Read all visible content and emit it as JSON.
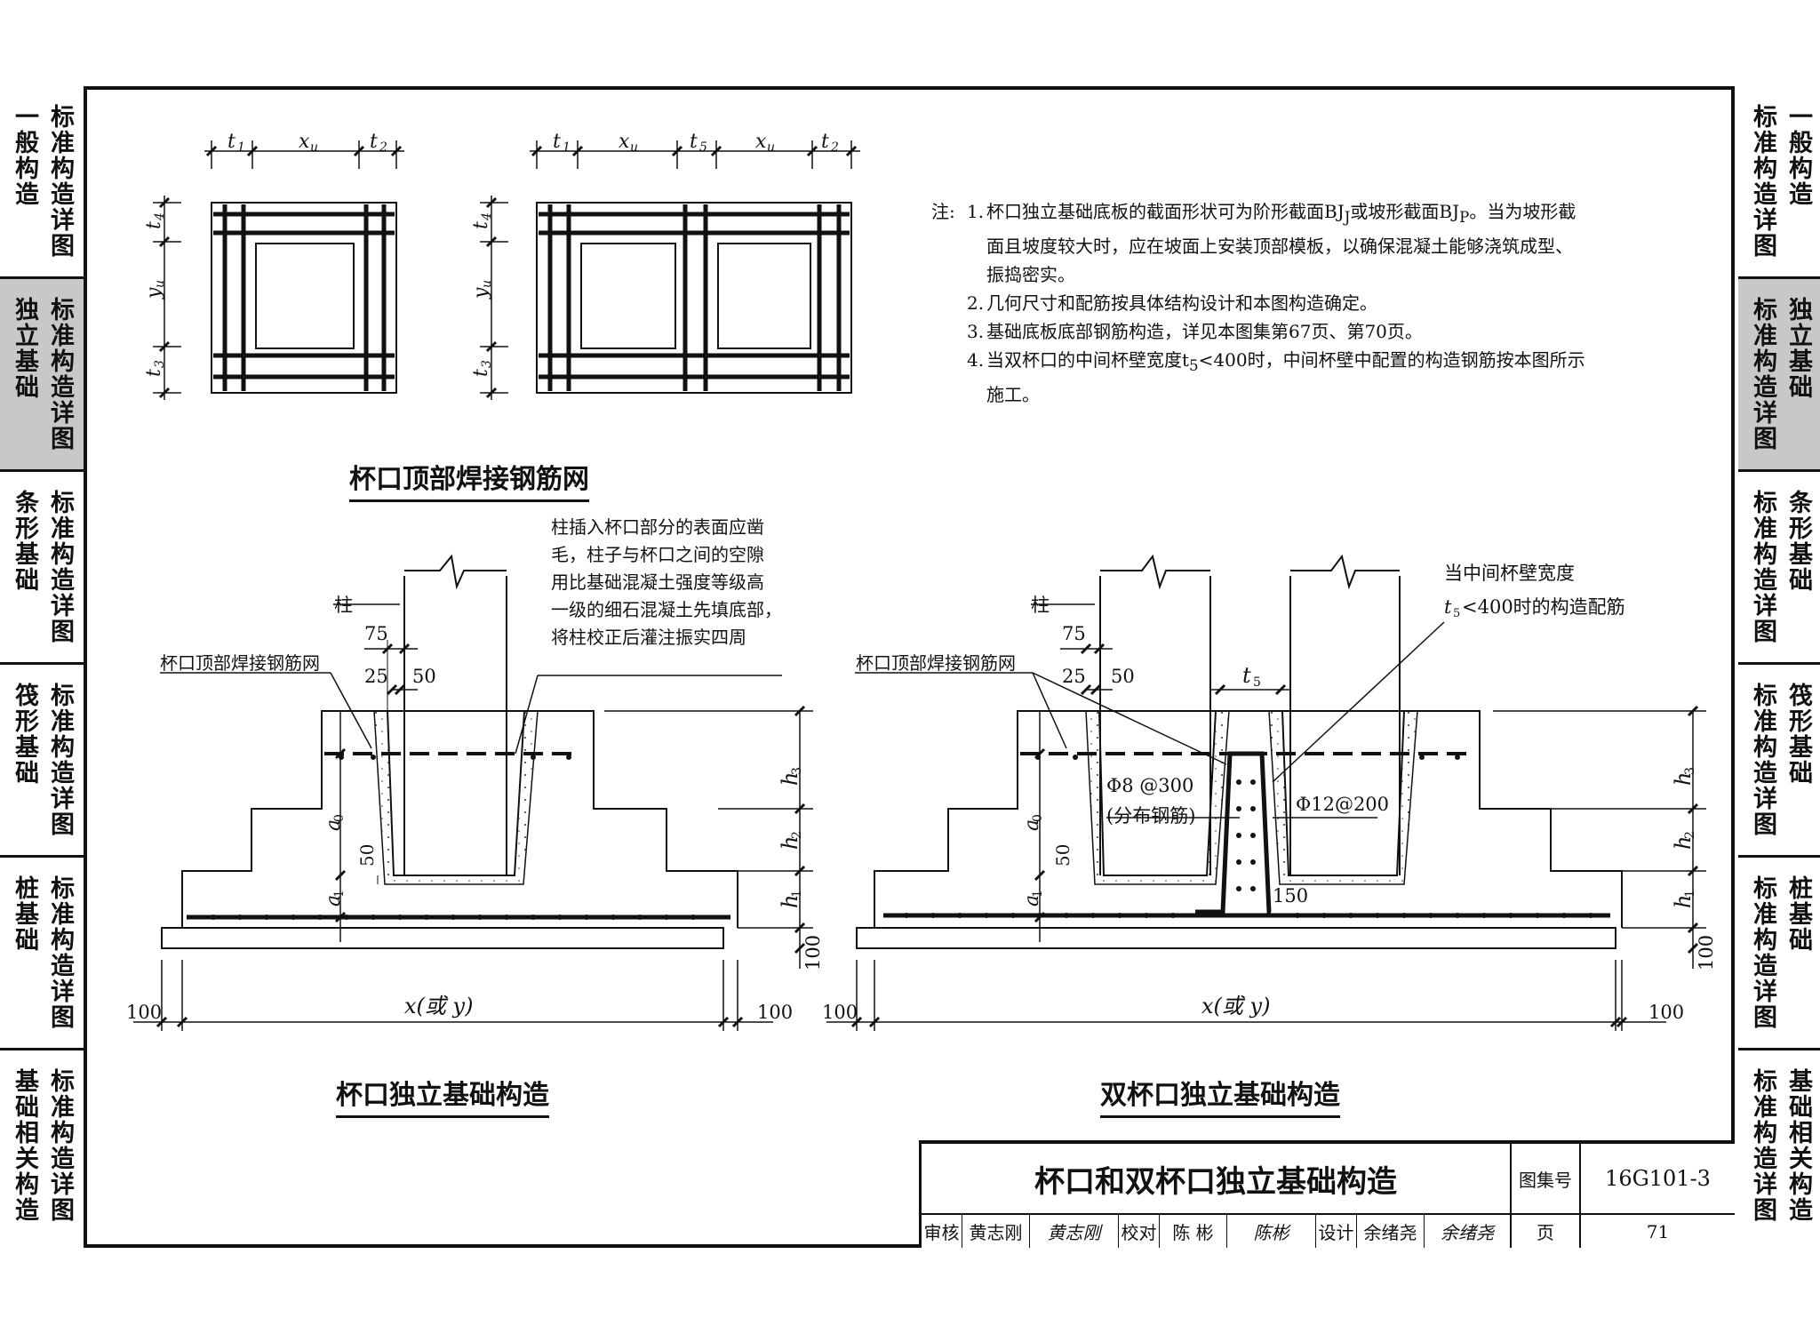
{
  "left_tabs": [
    {
      "t1": "标准构造详图",
      "t2": "一般构造",
      "active": false
    },
    {
      "t1": "标准构造详图",
      "t2": "独立基础",
      "active": true
    },
    {
      "t1": "标准构造详图",
      "t2": "条形基础",
      "active": false
    },
    {
      "t1": "标准构造详图",
      "t2": "筏形基础",
      "active": false
    },
    {
      "t1": "标准构造详图",
      "t2": "桩基础",
      "active": false
    },
    {
      "t1": "标准构造详图",
      "t2": "基础相关构造",
      "active": false
    }
  ],
  "right_tabs": [
    {
      "t1": "标准构造详图",
      "t2": "一般构造",
      "active": false
    },
    {
      "t1": "标准构造详图",
      "t2": "独立基础",
      "active": true
    },
    {
      "t1": "标准构造详图",
      "t2": "条形基础",
      "active": false
    },
    {
      "t1": "标准构造详图",
      "t2": "筏形基础",
      "active": false
    },
    {
      "t1": "标准构造详图",
      "t2": "桩基础",
      "active": false
    },
    {
      "t1": "标准构造详图",
      "t2": "基础相关构造",
      "active": false
    }
  ],
  "notes": {
    "label": "注:",
    "items": [
      {
        "n": "1.",
        "text": "杯口独立基础底板的截面形状可为阶形截面BJ"
      },
      {
        "n": "",
        "text": "面且坡度较大时，应在坡面上安装顶部模板，以确保混凝土能够浇筑成型、"
      },
      {
        "n": "",
        "text": "振捣密实。"
      },
      {
        "n": "2.",
        "text": "几何尺寸和配筋按具体结构设计和本图构造确定。"
      },
      {
        "n": "3.",
        "text": "基础底板底部钢筋构造，详见本图集第67页、第70页。"
      },
      {
        "n": "4.",
        "text": "当双杯口的中间杯壁宽度t"
      },
      {
        "n": "",
        "text": "施工。"
      }
    ],
    "n1_mid": "或坡形截面BJ",
    "n1_end": "。当为坡形截",
    "sub_j": "J",
    "sub_p": "P",
    "n4_sub": "5",
    "n4_end": "<400时，中间杯壁中配置的构造钢筋按本图所示"
  },
  "titles": {
    "top": "杯口顶部焊接钢筋网",
    "single": "杯口独立基础构造",
    "double": "双杯口独立基础构造"
  },
  "dims_plan": {
    "t1": "t",
    "t1s": "1",
    "xu": "x",
    "xus": "u",
    "t2": "t",
    "t2s": "2",
    "t5": "t",
    "t5s": "5",
    "t4": "t",
    "t4s": "4",
    "yu": "y",
    "yus": "u",
    "t3": "t",
    "t3s": "3"
  },
  "annotations": {
    "column": "柱",
    "mesh": "杯口顶部焊接钢筋网",
    "d75": "75",
    "d25": "25",
    "d50": "50",
    "d50b": "50",
    "d100": "100",
    "d150": "150",
    "a0": "a",
    "a0s": "0",
    "a1": "a",
    "a1s": "1",
    "h1": "h",
    "h1s": "1",
    "h2": "h",
    "h2s": "2",
    "h3": "h",
    "h3s": "3",
    "xy": "x(或 y)",
    "column_note": [
      "柱插入杯口部分的表面应凿",
      "毛，柱子与杯口之间的空隙",
      "用比基础混凝土强度等级高",
      "一级的细石混凝土先填底部，",
      "将柱校正后灌注振实四周"
    ],
    "mid_wall_note1": "当中间杯壁宽度",
    "mid_wall_note2a": "t",
    "mid_wall_note2s": "5",
    "mid_wall_note2b": "<400时的构造配筋",
    "rebar1": "Φ8 @300",
    "rebar1b": "(分布钢筋)",
    "rebar2": "Φ12@200",
    "t5label": "t",
    "t5sub": "5"
  },
  "title_block": {
    "main_title": "杯口和双杯口独立基础构造",
    "atlas_label": "图集号",
    "atlas_no": "16G101-3",
    "review_label": "审核",
    "reviewer": "黄志刚",
    "reviewer_sig": "黄志刚",
    "check_label": "校对",
    "checker": "陈 彬",
    "checker_sig": "陈彬",
    "design_label": "设计",
    "designer": "余绪尧",
    "designer_sig": "余绪尧",
    "page_label": "页",
    "page_no": "71"
  }
}
